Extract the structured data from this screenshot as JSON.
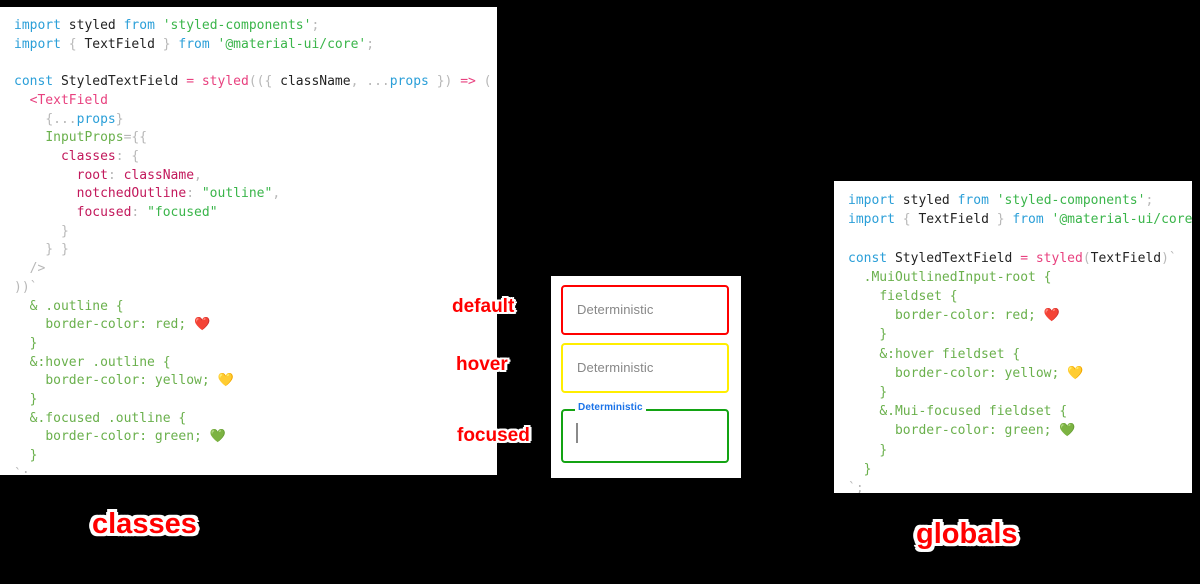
{
  "background_color": "#000000",
  "accent_color": "#ff0000",
  "panels": {
    "classes": {
      "title": "classes",
      "code_lines": [
        [
          {
            "t": "import ",
            "c": "kw"
          },
          {
            "t": "styled",
            "c": "plain"
          },
          {
            "t": " from ",
            "c": "kw"
          },
          {
            "t": "'styled-components'",
            "c": "str"
          },
          {
            "t": ";",
            "c": "punct"
          }
        ],
        [
          {
            "t": "import ",
            "c": "kw"
          },
          {
            "t": "{ ",
            "c": "punct"
          },
          {
            "t": "TextField",
            "c": "plain"
          },
          {
            "t": " }",
            "c": "punct"
          },
          {
            "t": " from ",
            "c": "kw"
          },
          {
            "t": "'@material-ui/core'",
            "c": "str"
          },
          {
            "t": ";",
            "c": "punct"
          }
        ],
        [
          {
            "t": "",
            "c": "plain"
          }
        ],
        [
          {
            "t": "const ",
            "c": "kw"
          },
          {
            "t": "StyledTextField",
            "c": "plain"
          },
          {
            "t": " = ",
            "c": "op"
          },
          {
            "t": "styled",
            "c": "fn"
          },
          {
            "t": "((",
            "c": "punct"
          },
          {
            "t": "{ ",
            "c": "punct"
          },
          {
            "t": "className",
            "c": "plain"
          },
          {
            "t": ", ",
            "c": "punct"
          },
          {
            "t": "...",
            "c": "punct"
          },
          {
            "t": "props",
            "c": "var"
          },
          {
            "t": " }",
            "c": "punct"
          },
          {
            "t": ") ",
            "c": "punct"
          },
          {
            "t": "=> ",
            "c": "op"
          },
          {
            "t": "(",
            "c": "punct"
          }
        ],
        [
          {
            "t": "  ",
            "c": "plain"
          },
          {
            "t": "<TextField",
            "c": "tag"
          }
        ],
        [
          {
            "t": "    ",
            "c": "plain"
          },
          {
            "t": "{...",
            "c": "punct"
          },
          {
            "t": "props",
            "c": "var"
          },
          {
            "t": "}",
            "c": "punct"
          }
        ],
        [
          {
            "t": "    ",
            "c": "plain"
          },
          {
            "t": "InputProps",
            "c": "prop"
          },
          {
            "t": "={{",
            "c": "punct"
          }
        ],
        [
          {
            "t": "      ",
            "c": "plain"
          },
          {
            "t": "classes",
            "c": "key"
          },
          {
            "t": ": {",
            "c": "punct"
          }
        ],
        [
          {
            "t": "        ",
            "c": "plain"
          },
          {
            "t": "root",
            "c": "key"
          },
          {
            "t": ": ",
            "c": "punct"
          },
          {
            "t": "className",
            "c": "key"
          },
          {
            "t": ",",
            "c": "punct"
          }
        ],
        [
          {
            "t": "        ",
            "c": "plain"
          },
          {
            "t": "notchedOutline",
            "c": "key"
          },
          {
            "t": ": ",
            "c": "punct"
          },
          {
            "t": "\"outline\"",
            "c": "str"
          },
          {
            "t": ",",
            "c": "punct"
          }
        ],
        [
          {
            "t": "        ",
            "c": "plain"
          },
          {
            "t": "focused",
            "c": "key"
          },
          {
            "t": ": ",
            "c": "punct"
          },
          {
            "t": "\"focused\"",
            "c": "str"
          }
        ],
        [
          {
            "t": "      }",
            "c": "punct"
          }
        ],
        [
          {
            "t": "    } }",
            "c": "punct"
          }
        ],
        [
          {
            "t": "  />",
            "c": "punct"
          }
        ],
        [
          {
            "t": "))`",
            "c": "punct"
          }
        ],
        [
          {
            "t": "  ",
            "c": "plain"
          },
          {
            "t": "& .outline {",
            "c": "sel"
          }
        ],
        [
          {
            "t": "    ",
            "c": "plain"
          },
          {
            "t": "border-color: red; ",
            "c": "val"
          },
          {
            "t": "❤️",
            "c": "emoji"
          }
        ],
        [
          {
            "t": "  ",
            "c": "plain"
          },
          {
            "t": "}",
            "c": "sel"
          }
        ],
        [
          {
            "t": "  ",
            "c": "plain"
          },
          {
            "t": "&:hover .outline {",
            "c": "sel"
          }
        ],
        [
          {
            "t": "    ",
            "c": "plain"
          },
          {
            "t": "border-color: yellow; ",
            "c": "val"
          },
          {
            "t": "💛",
            "c": "emoji"
          }
        ],
        [
          {
            "t": "  ",
            "c": "plain"
          },
          {
            "t": "}",
            "c": "sel"
          }
        ],
        [
          {
            "t": "  ",
            "c": "plain"
          },
          {
            "t": "&.focused .outline {",
            "c": "sel"
          }
        ],
        [
          {
            "t": "    ",
            "c": "plain"
          },
          {
            "t": "border-color: green; ",
            "c": "val"
          },
          {
            "t": "💚",
            "c": "emoji"
          }
        ],
        [
          {
            "t": "  ",
            "c": "plain"
          },
          {
            "t": "}",
            "c": "sel"
          }
        ],
        [
          {
            "t": "`;",
            "c": "punct"
          }
        ]
      ]
    },
    "globals": {
      "title": "globals",
      "code_lines": [
        [
          {
            "t": "import ",
            "c": "kw"
          },
          {
            "t": "styled",
            "c": "plain"
          },
          {
            "t": " from ",
            "c": "kw"
          },
          {
            "t": "'styled-components'",
            "c": "str"
          },
          {
            "t": ";",
            "c": "punct"
          }
        ],
        [
          {
            "t": "import ",
            "c": "kw"
          },
          {
            "t": "{ ",
            "c": "punct"
          },
          {
            "t": "TextField",
            "c": "plain"
          },
          {
            "t": " }",
            "c": "punct"
          },
          {
            "t": " from ",
            "c": "kw"
          },
          {
            "t": "'@material-ui/core'",
            "c": "str"
          },
          {
            "t": ";",
            "c": "punct"
          }
        ],
        [
          {
            "t": "",
            "c": "plain"
          }
        ],
        [
          {
            "t": "const ",
            "c": "kw"
          },
          {
            "t": "StyledTextField",
            "c": "plain"
          },
          {
            "t": " = ",
            "c": "op"
          },
          {
            "t": "styled",
            "c": "fn"
          },
          {
            "t": "(",
            "c": "punct"
          },
          {
            "t": "TextField",
            "c": "plain"
          },
          {
            "t": ")`",
            "c": "punct"
          }
        ],
        [
          {
            "t": "  ",
            "c": "plain"
          },
          {
            "t": ".MuiOutlinedInput-root {",
            "c": "sel"
          }
        ],
        [
          {
            "t": "    ",
            "c": "plain"
          },
          {
            "t": "fieldset {",
            "c": "sel"
          }
        ],
        [
          {
            "t": "      ",
            "c": "plain"
          },
          {
            "t": "border-color: red; ",
            "c": "val"
          },
          {
            "t": "❤️",
            "c": "emoji"
          }
        ],
        [
          {
            "t": "    ",
            "c": "plain"
          },
          {
            "t": "}",
            "c": "sel"
          }
        ],
        [
          {
            "t": "    ",
            "c": "plain"
          },
          {
            "t": "&:hover fieldset {",
            "c": "sel"
          }
        ],
        [
          {
            "t": "      ",
            "c": "plain"
          },
          {
            "t": "border-color: yellow; ",
            "c": "val"
          },
          {
            "t": "💛",
            "c": "emoji"
          }
        ],
        [
          {
            "t": "    ",
            "c": "plain"
          },
          {
            "t": "}",
            "c": "sel"
          }
        ],
        [
          {
            "t": "    ",
            "c": "plain"
          },
          {
            "t": "&.Mui-focused fieldset {",
            "c": "sel"
          }
        ],
        [
          {
            "t": "      ",
            "c": "plain"
          },
          {
            "t": "border-color: green; ",
            "c": "val"
          },
          {
            "t": "💚",
            "c": "emoji"
          }
        ],
        [
          {
            "t": "    ",
            "c": "plain"
          },
          {
            "t": "}",
            "c": "sel"
          }
        ],
        [
          {
            "t": "  ",
            "c": "plain"
          },
          {
            "t": "}",
            "c": "sel"
          }
        ],
        [
          {
            "t": "`;",
            "c": "punct"
          }
        ]
      ]
    }
  },
  "demo": {
    "fields": [
      {
        "state": "default",
        "annotation": "default",
        "value": "Deterministic",
        "border_color": "#ff0000",
        "text_color": "#878787",
        "focused": false
      },
      {
        "state": "hover",
        "annotation": "hover",
        "value": "Deterministic",
        "border_color": "#ffee00",
        "text_color": "#878787",
        "focused": false
      },
      {
        "state": "focused",
        "annotation": "focused",
        "value": "",
        "label": "Deterministic",
        "border_color": "#13a313",
        "label_color": "#1a73e8",
        "focused": true
      }
    ]
  }
}
